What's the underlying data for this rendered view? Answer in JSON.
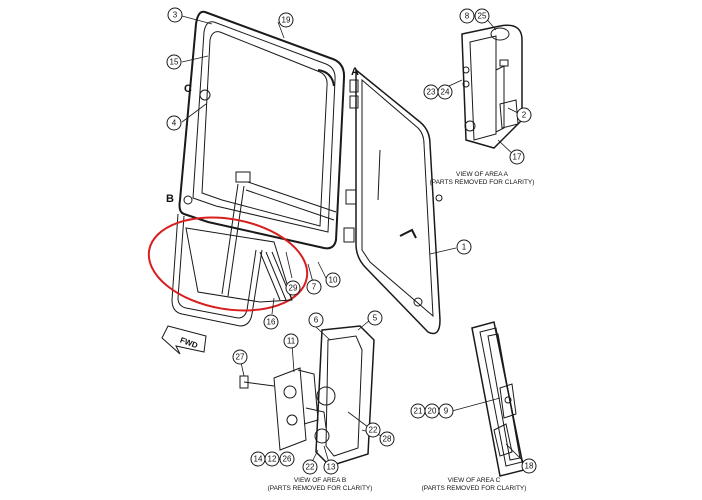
{
  "callouts": {
    "c3": "3",
    "c19": "19",
    "c15": "15",
    "c4": "4",
    "c1": "1",
    "c10": "10",
    "c29": "29",
    "c7": "7",
    "c16": "16",
    "c6": "6",
    "c5": "5",
    "c11": "11",
    "c27": "27",
    "c22a": "22",
    "c28": "28",
    "c13": "13",
    "c22b": "22",
    "c14": "14",
    "c12": "12",
    "c26": "26",
    "c8": "8",
    "c25": "25",
    "c23": "23",
    "c24": "24",
    "c2": "2",
    "c17": "17",
    "c21": "21",
    "c20": "20",
    "c9": "9",
    "c18": "18"
  },
  "area_letters": {
    "a": "A",
    "b": "B",
    "c": "C"
  },
  "captions": {
    "view_a_line1": "VIEW OF AREA A",
    "view_a_line2": "(PARTS REMOVED FOR CLARITY)",
    "view_b_line1": "VIEW OF AREA B",
    "view_b_line2": "(PARTS REMOVED FOR CLARITY)",
    "view_c_line1": "VIEW OF AREA C",
    "view_c_line2": "(PARTS REMOVED FOR CLARITY)"
  },
  "fwd_label": "FWD",
  "colors": {
    "line": "#1a1a1a",
    "highlight": "#d81e1e",
    "background": "#ffffff"
  }
}
